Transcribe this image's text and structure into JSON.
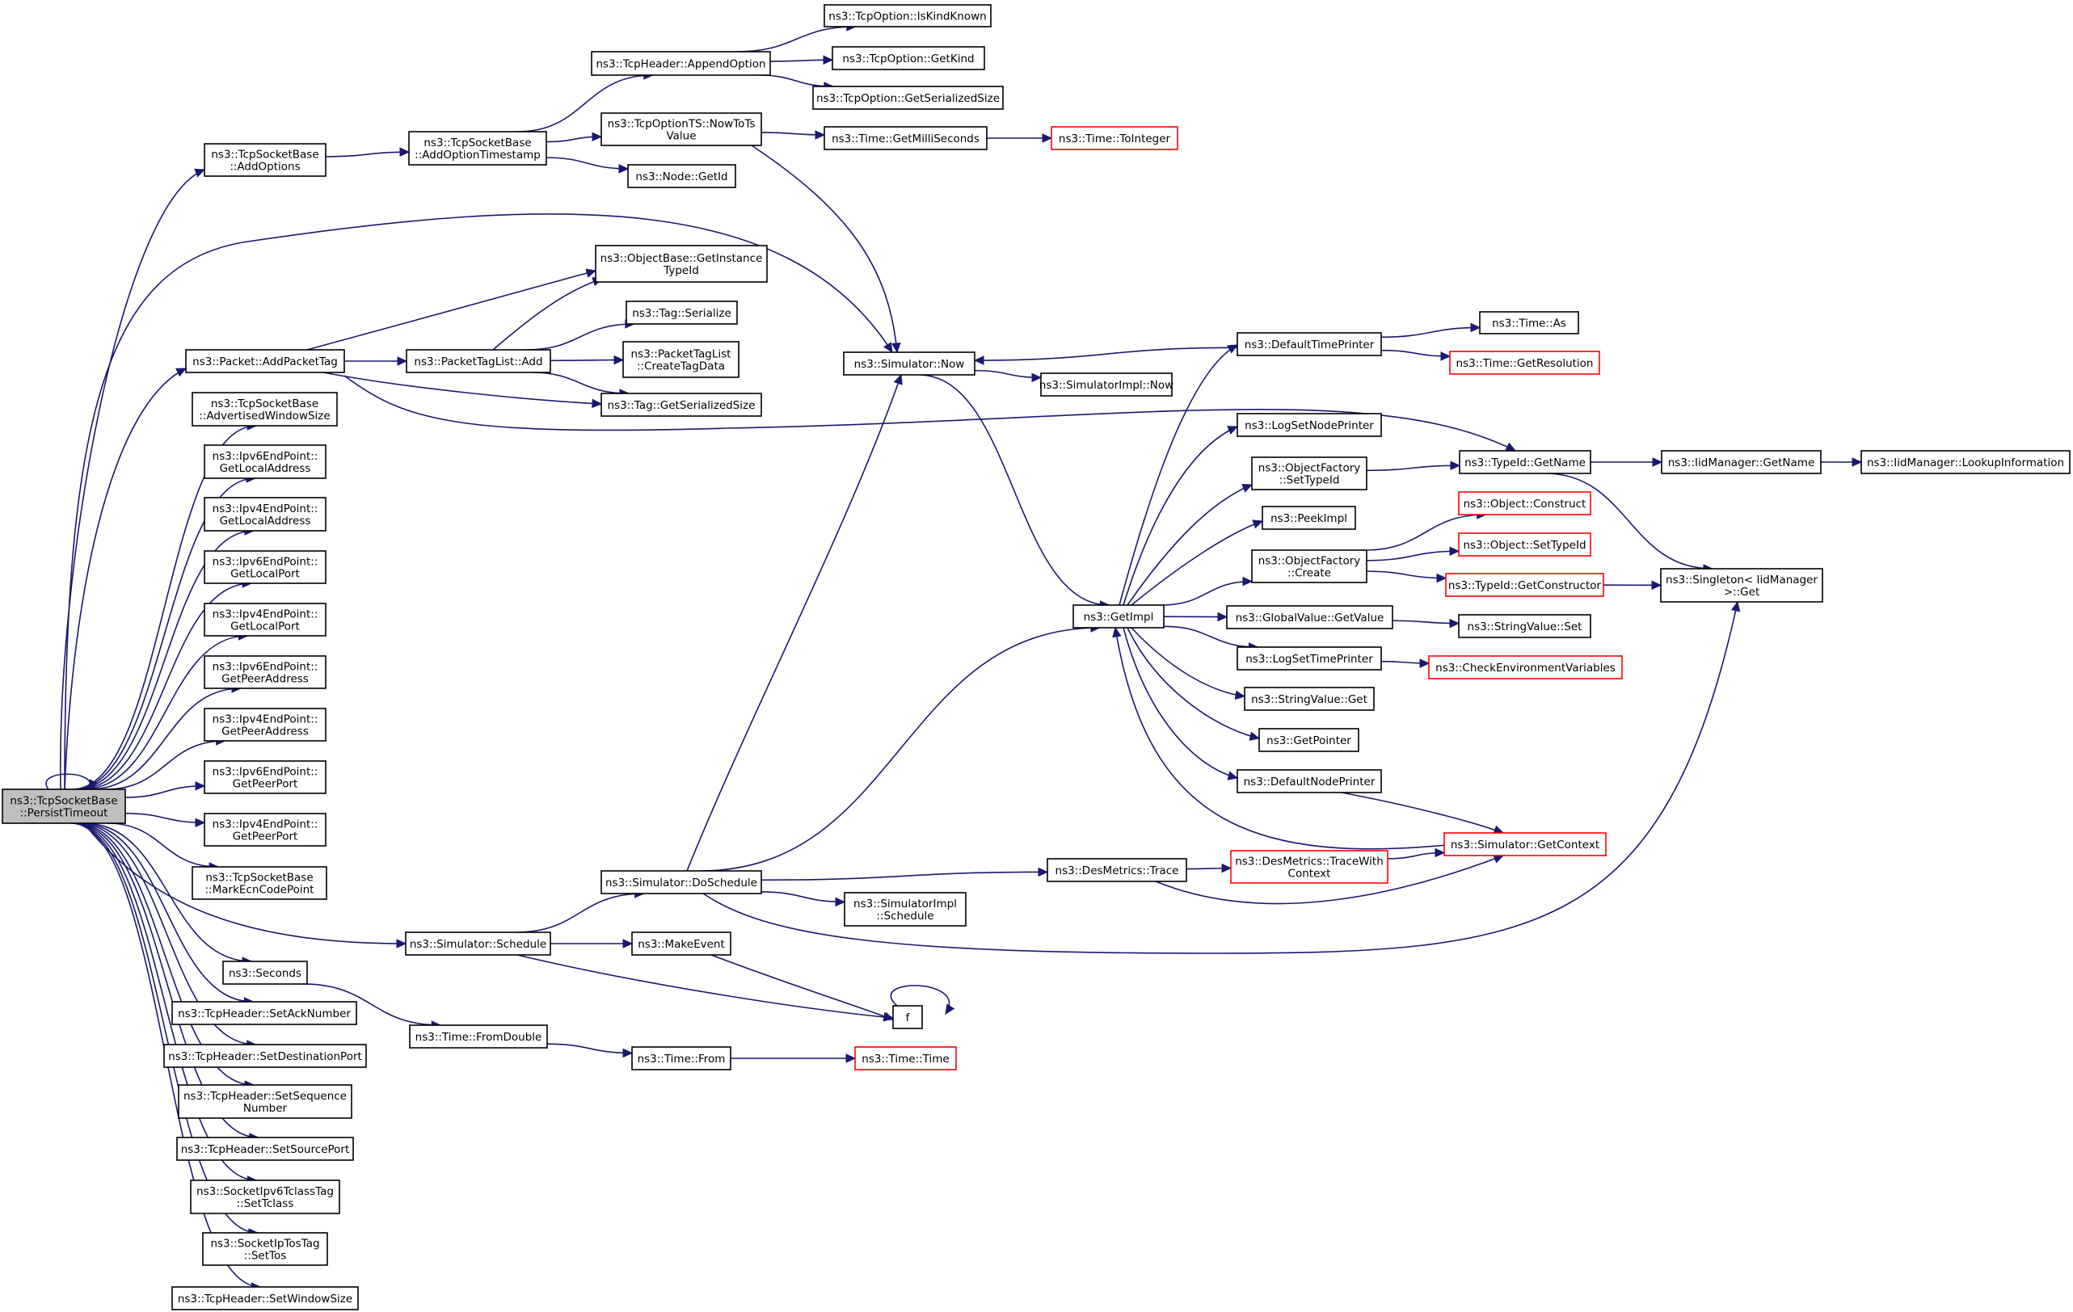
{
  "graph": {
    "title": "",
    "colors": {
      "edge": "#191970",
      "node_border": "#000000",
      "truncated_border": "#ff0000",
      "start_fill": "#bfbfbf"
    },
    "nodes": [
      {
        "id": "persist",
        "lines": [
          "ns3::TcpSocketBase",
          "::PersistTimeout"
        ],
        "style": "start"
      },
      {
        "id": "addOptions",
        "lines": [
          "ns3::TcpSocketBase",
          "::AddOptions"
        ]
      },
      {
        "id": "addOptTs",
        "lines": [
          "ns3::TcpSocketBase",
          "::AddOptionTimestamp"
        ]
      },
      {
        "id": "appendOpt",
        "lines": [
          "ns3::TcpHeader::AppendOption"
        ]
      },
      {
        "id": "isKindKnown",
        "lines": [
          "ns3::TcpOption::IsKindKnown"
        ]
      },
      {
        "id": "getKind",
        "lines": [
          "ns3::TcpOption::GetKind"
        ]
      },
      {
        "id": "optGetSerSize",
        "lines": [
          "ns3::TcpOption::GetSerializedSize"
        ]
      },
      {
        "id": "nowToTs",
        "lines": [
          "ns3::TcpOptionTS::NowToTs",
          "Value"
        ]
      },
      {
        "id": "getMilli",
        "lines": [
          "ns3::Time::GetMilliSeconds"
        ]
      },
      {
        "id": "toInteger",
        "lines": [
          "ns3::Time::ToInteger"
        ],
        "style": "trunc"
      },
      {
        "id": "nodeGetId",
        "lines": [
          "ns3::Node::GetId"
        ]
      },
      {
        "id": "objGetInst",
        "lines": [
          "ns3::ObjectBase::GetInstance",
          "TypeId"
        ]
      },
      {
        "id": "tagSerialize",
        "lines": [
          "ns3::Tag::Serialize"
        ]
      },
      {
        "id": "createTagData",
        "lines": [
          "ns3::PacketTagList",
          "::CreateTagData"
        ]
      },
      {
        "id": "tagGetSerSize",
        "lines": [
          "ns3::Tag::GetSerializedSize"
        ]
      },
      {
        "id": "addPacketTag",
        "lines": [
          "ns3::Packet::AddPacketTag"
        ]
      },
      {
        "id": "ptlAdd",
        "lines": [
          "ns3::PacketTagList::Add"
        ]
      },
      {
        "id": "simNow",
        "lines": [
          "ns3::Simulator::Now"
        ]
      },
      {
        "id": "simImplNow",
        "lines": [
          "ns3::SimulatorImpl::Now"
        ]
      },
      {
        "id": "defTimePrinter",
        "lines": [
          "ns3::DefaultTimePrinter"
        ]
      },
      {
        "id": "timeAs",
        "lines": [
          "ns3::Time::As"
        ]
      },
      {
        "id": "getResolution",
        "lines": [
          "ns3::Time::GetResolution"
        ],
        "style": "trunc"
      },
      {
        "id": "advWin",
        "lines": [
          "ns3::TcpSocketBase",
          "::AdvertisedWindowSize"
        ]
      },
      {
        "id": "v6LocalAddr",
        "lines": [
          "ns3::Ipv6EndPoint::",
          "GetLocalAddress"
        ]
      },
      {
        "id": "v4LocalAddr",
        "lines": [
          "ns3::Ipv4EndPoint::",
          "GetLocalAddress"
        ]
      },
      {
        "id": "v6LocalPort",
        "lines": [
          "ns3::Ipv6EndPoint::",
          "GetLocalPort"
        ]
      },
      {
        "id": "v4LocalPort",
        "lines": [
          "ns3::Ipv4EndPoint::",
          "GetLocalPort"
        ]
      },
      {
        "id": "v6PeerAddr",
        "lines": [
          "ns3::Ipv6EndPoint::",
          "GetPeerAddress"
        ]
      },
      {
        "id": "v4PeerAddr",
        "lines": [
          "ns3::Ipv4EndPoint::",
          "GetPeerAddress"
        ]
      },
      {
        "id": "v6PeerPort",
        "lines": [
          "ns3::Ipv6EndPoint::",
          "GetPeerPort"
        ]
      },
      {
        "id": "v4PeerPort",
        "lines": [
          "ns3::Ipv4EndPoint::",
          "GetPeerPort"
        ]
      },
      {
        "id": "markEcn",
        "lines": [
          "ns3::TcpSocketBase",
          "::MarkEcnCodePoint"
        ]
      },
      {
        "id": "logSetNode",
        "lines": [
          "ns3::LogSetNodePrinter"
        ]
      },
      {
        "id": "ofSetTypeId",
        "lines": [
          "ns3::ObjectFactory",
          "::SetTypeId"
        ]
      },
      {
        "id": "typeIdGetName",
        "lines": [
          "ns3::TypeId::GetName"
        ]
      },
      {
        "id": "iidGetName",
        "lines": [
          "ns3::IidManager::GetName"
        ]
      },
      {
        "id": "iidLookup",
        "lines": [
          "ns3::IidManager::LookupInformation"
        ]
      },
      {
        "id": "peekImpl",
        "lines": [
          "ns3::PeekImpl"
        ]
      },
      {
        "id": "objConstruct",
        "lines": [
          "ns3::Object::Construct"
        ],
        "style": "trunc"
      },
      {
        "id": "objSetTypeId",
        "lines": [
          "ns3::Object::SetTypeId"
        ],
        "style": "trunc"
      },
      {
        "id": "ofCreate",
        "lines": [
          "ns3::ObjectFactory",
          "::Create"
        ]
      },
      {
        "id": "getCtor",
        "lines": [
          "ns3::TypeId::GetConstructor"
        ],
        "style": "trunc"
      },
      {
        "id": "singletonGet",
        "lines": [
          "ns3::Singleton< IidManager",
          " >::Get"
        ]
      },
      {
        "id": "getImpl",
        "lines": [
          "ns3::GetImpl"
        ]
      },
      {
        "id": "gvGetValue",
        "lines": [
          "ns3::GlobalValue::GetValue"
        ]
      },
      {
        "id": "svSet",
        "lines": [
          "ns3::StringValue::Set"
        ]
      },
      {
        "id": "logSetTime",
        "lines": [
          "ns3::LogSetTimePrinter"
        ]
      },
      {
        "id": "checkEnv",
        "lines": [
          "ns3::CheckEnvironmentVariables"
        ],
        "style": "trunc"
      },
      {
        "id": "svGet",
        "lines": [
          "ns3::StringValue::Get"
        ]
      },
      {
        "id": "getPointer",
        "lines": [
          "ns3::GetPointer"
        ]
      },
      {
        "id": "defNodePrinter",
        "lines": [
          "ns3::DefaultNodePrinter"
        ]
      },
      {
        "id": "simGetContext",
        "lines": [
          "ns3::Simulator::GetContext"
        ],
        "style": "trunc"
      },
      {
        "id": "desTrace",
        "lines": [
          "ns3::DesMetrics::Trace"
        ]
      },
      {
        "id": "desTraceCtx",
        "lines": [
          "ns3::DesMetrics::TraceWith",
          "Context"
        ],
        "style": "trunc"
      },
      {
        "id": "doSchedule",
        "lines": [
          "ns3::Simulator::DoSchedule"
        ]
      },
      {
        "id": "simImplSched",
        "lines": [
          "ns3::SimulatorImpl",
          "::Schedule"
        ]
      },
      {
        "id": "simSchedule",
        "lines": [
          "ns3::Simulator::Schedule"
        ]
      },
      {
        "id": "makeEvent",
        "lines": [
          "ns3::MakeEvent"
        ]
      },
      {
        "id": "f",
        "lines": [
          "f"
        ]
      },
      {
        "id": "seconds",
        "lines": [
          "ns3::Seconds"
        ]
      },
      {
        "id": "fromDouble",
        "lines": [
          "ns3::Time::FromDouble"
        ]
      },
      {
        "id": "timeFrom",
        "lines": [
          "ns3::Time::From"
        ]
      },
      {
        "id": "timeTime",
        "lines": [
          "ns3::Time::Time"
        ],
        "style": "trunc"
      },
      {
        "id": "setAck",
        "lines": [
          "ns3::TcpHeader::SetAckNumber"
        ]
      },
      {
        "id": "setDstPort",
        "lines": [
          "ns3::TcpHeader::SetDestinationPort"
        ]
      },
      {
        "id": "setSeq",
        "lines": [
          "ns3::TcpHeader::SetSequence",
          "Number"
        ]
      },
      {
        "id": "setSrcPort",
        "lines": [
          "ns3::TcpHeader::SetSourcePort"
        ]
      },
      {
        "id": "setTclass",
        "lines": [
          "ns3::SocketIpv6TclassTag",
          "::SetTclass"
        ]
      },
      {
        "id": "setTos",
        "lines": [
          "ns3::SocketIpTosTag",
          "::SetTos"
        ]
      },
      {
        "id": "setWin",
        "lines": [
          "ns3::TcpHeader::SetWindowSize"
        ]
      }
    ],
    "edges": [
      [
        "persist",
        "persist"
      ],
      [
        "persist",
        "addOptions"
      ],
      [
        "persist",
        "simNow"
      ],
      [
        "persist",
        "addPacketTag"
      ],
      [
        "persist",
        "advWin"
      ],
      [
        "persist",
        "v6LocalAddr"
      ],
      [
        "persist",
        "v4LocalAddr"
      ],
      [
        "persist",
        "v6LocalPort"
      ],
      [
        "persist",
        "v4LocalPort"
      ],
      [
        "persist",
        "v6PeerAddr"
      ],
      [
        "persist",
        "v4PeerAddr"
      ],
      [
        "persist",
        "v6PeerPort"
      ],
      [
        "persist",
        "v4PeerPort"
      ],
      [
        "persist",
        "markEcn"
      ],
      [
        "persist",
        "simSchedule"
      ],
      [
        "persist",
        "seconds"
      ],
      [
        "persist",
        "setAck"
      ],
      [
        "persist",
        "setDstPort"
      ],
      [
        "persist",
        "setSeq"
      ],
      [
        "persist",
        "setSrcPort"
      ],
      [
        "persist",
        "setTclass"
      ],
      [
        "persist",
        "setTos"
      ],
      [
        "persist",
        "setWin"
      ],
      [
        "addOptions",
        "addOptTs"
      ],
      [
        "addOptTs",
        "appendOpt"
      ],
      [
        "addOptTs",
        "nowToTs"
      ],
      [
        "addOptTs",
        "nodeGetId"
      ],
      [
        "appendOpt",
        "isKindKnown"
      ],
      [
        "appendOpt",
        "getKind"
      ],
      [
        "appendOpt",
        "optGetSerSize"
      ],
      [
        "nowToTs",
        "getMilli"
      ],
      [
        "nowToTs",
        "simNow"
      ],
      [
        "getMilli",
        "toInteger"
      ],
      [
        "addPacketTag",
        "objGetInst"
      ],
      [
        "addPacketTag",
        "ptlAdd"
      ],
      [
        "addPacketTag",
        "tagGetSerSize"
      ],
      [
        "addPacketTag",
        "typeIdGetName"
      ],
      [
        "ptlAdd",
        "objGetInst"
      ],
      [
        "ptlAdd",
        "tagSerialize"
      ],
      [
        "ptlAdd",
        "createTagData"
      ],
      [
        "ptlAdd",
        "tagGetSerSize"
      ],
      [
        "simNow",
        "simImplNow"
      ],
      [
        "simNow",
        "getImpl"
      ],
      [
        "defTimePrinter",
        "simNow"
      ],
      [
        "defTimePrinter",
        "timeAs"
      ],
      [
        "defTimePrinter",
        "getResolution"
      ],
      [
        "getImpl",
        "defTimePrinter"
      ],
      [
        "getImpl",
        "logSetNode"
      ],
      [
        "getImpl",
        "ofSetTypeId"
      ],
      [
        "getImpl",
        "peekImpl"
      ],
      [
        "getImpl",
        "ofCreate"
      ],
      [
        "getImpl",
        "gvGetValue"
      ],
      [
        "getImpl",
        "logSetTime"
      ],
      [
        "getImpl",
        "svGet"
      ],
      [
        "getImpl",
        "getPointer"
      ],
      [
        "getImpl",
        "defNodePrinter"
      ],
      [
        "ofSetTypeId",
        "typeIdGetName"
      ],
      [
        "typeIdGetName",
        "iidGetName"
      ],
      [
        "typeIdGetName",
        "singletonGet"
      ],
      [
        "iidGetName",
        "iidLookup"
      ],
      [
        "ofCreate",
        "objConstruct"
      ],
      [
        "ofCreate",
        "objSetTypeId"
      ],
      [
        "ofCreate",
        "getCtor"
      ],
      [
        "getCtor",
        "singletonGet"
      ],
      [
        "gvGetValue",
        "svSet"
      ],
      [
        "logSetTime",
        "checkEnv"
      ],
      [
        "defNodePrinter",
        "simGetContext"
      ],
      [
        "simGetContext",
        "getImpl"
      ],
      [
        "doSchedule",
        "simNow"
      ],
      [
        "doSchedule",
        "getImpl"
      ],
      [
        "doSchedule",
        "desTrace"
      ],
      [
        "doSchedule",
        "simImplSched"
      ],
      [
        "doSchedule",
        "singletonGet"
      ],
      [
        "desTrace",
        "desTraceCtx"
      ],
      [
        "desTrace",
        "simGetContext"
      ],
      [
        "desTraceCtx",
        "simGetContext"
      ],
      [
        "simSchedule",
        "doSchedule"
      ],
      [
        "simSchedule",
        "makeEvent"
      ],
      [
        "simSchedule",
        "f"
      ],
      [
        "makeEvent",
        "f"
      ],
      [
        "f",
        "f"
      ],
      [
        "seconds",
        "fromDouble"
      ],
      [
        "fromDouble",
        "timeFrom"
      ],
      [
        "timeFrom",
        "timeTime"
      ]
    ]
  }
}
